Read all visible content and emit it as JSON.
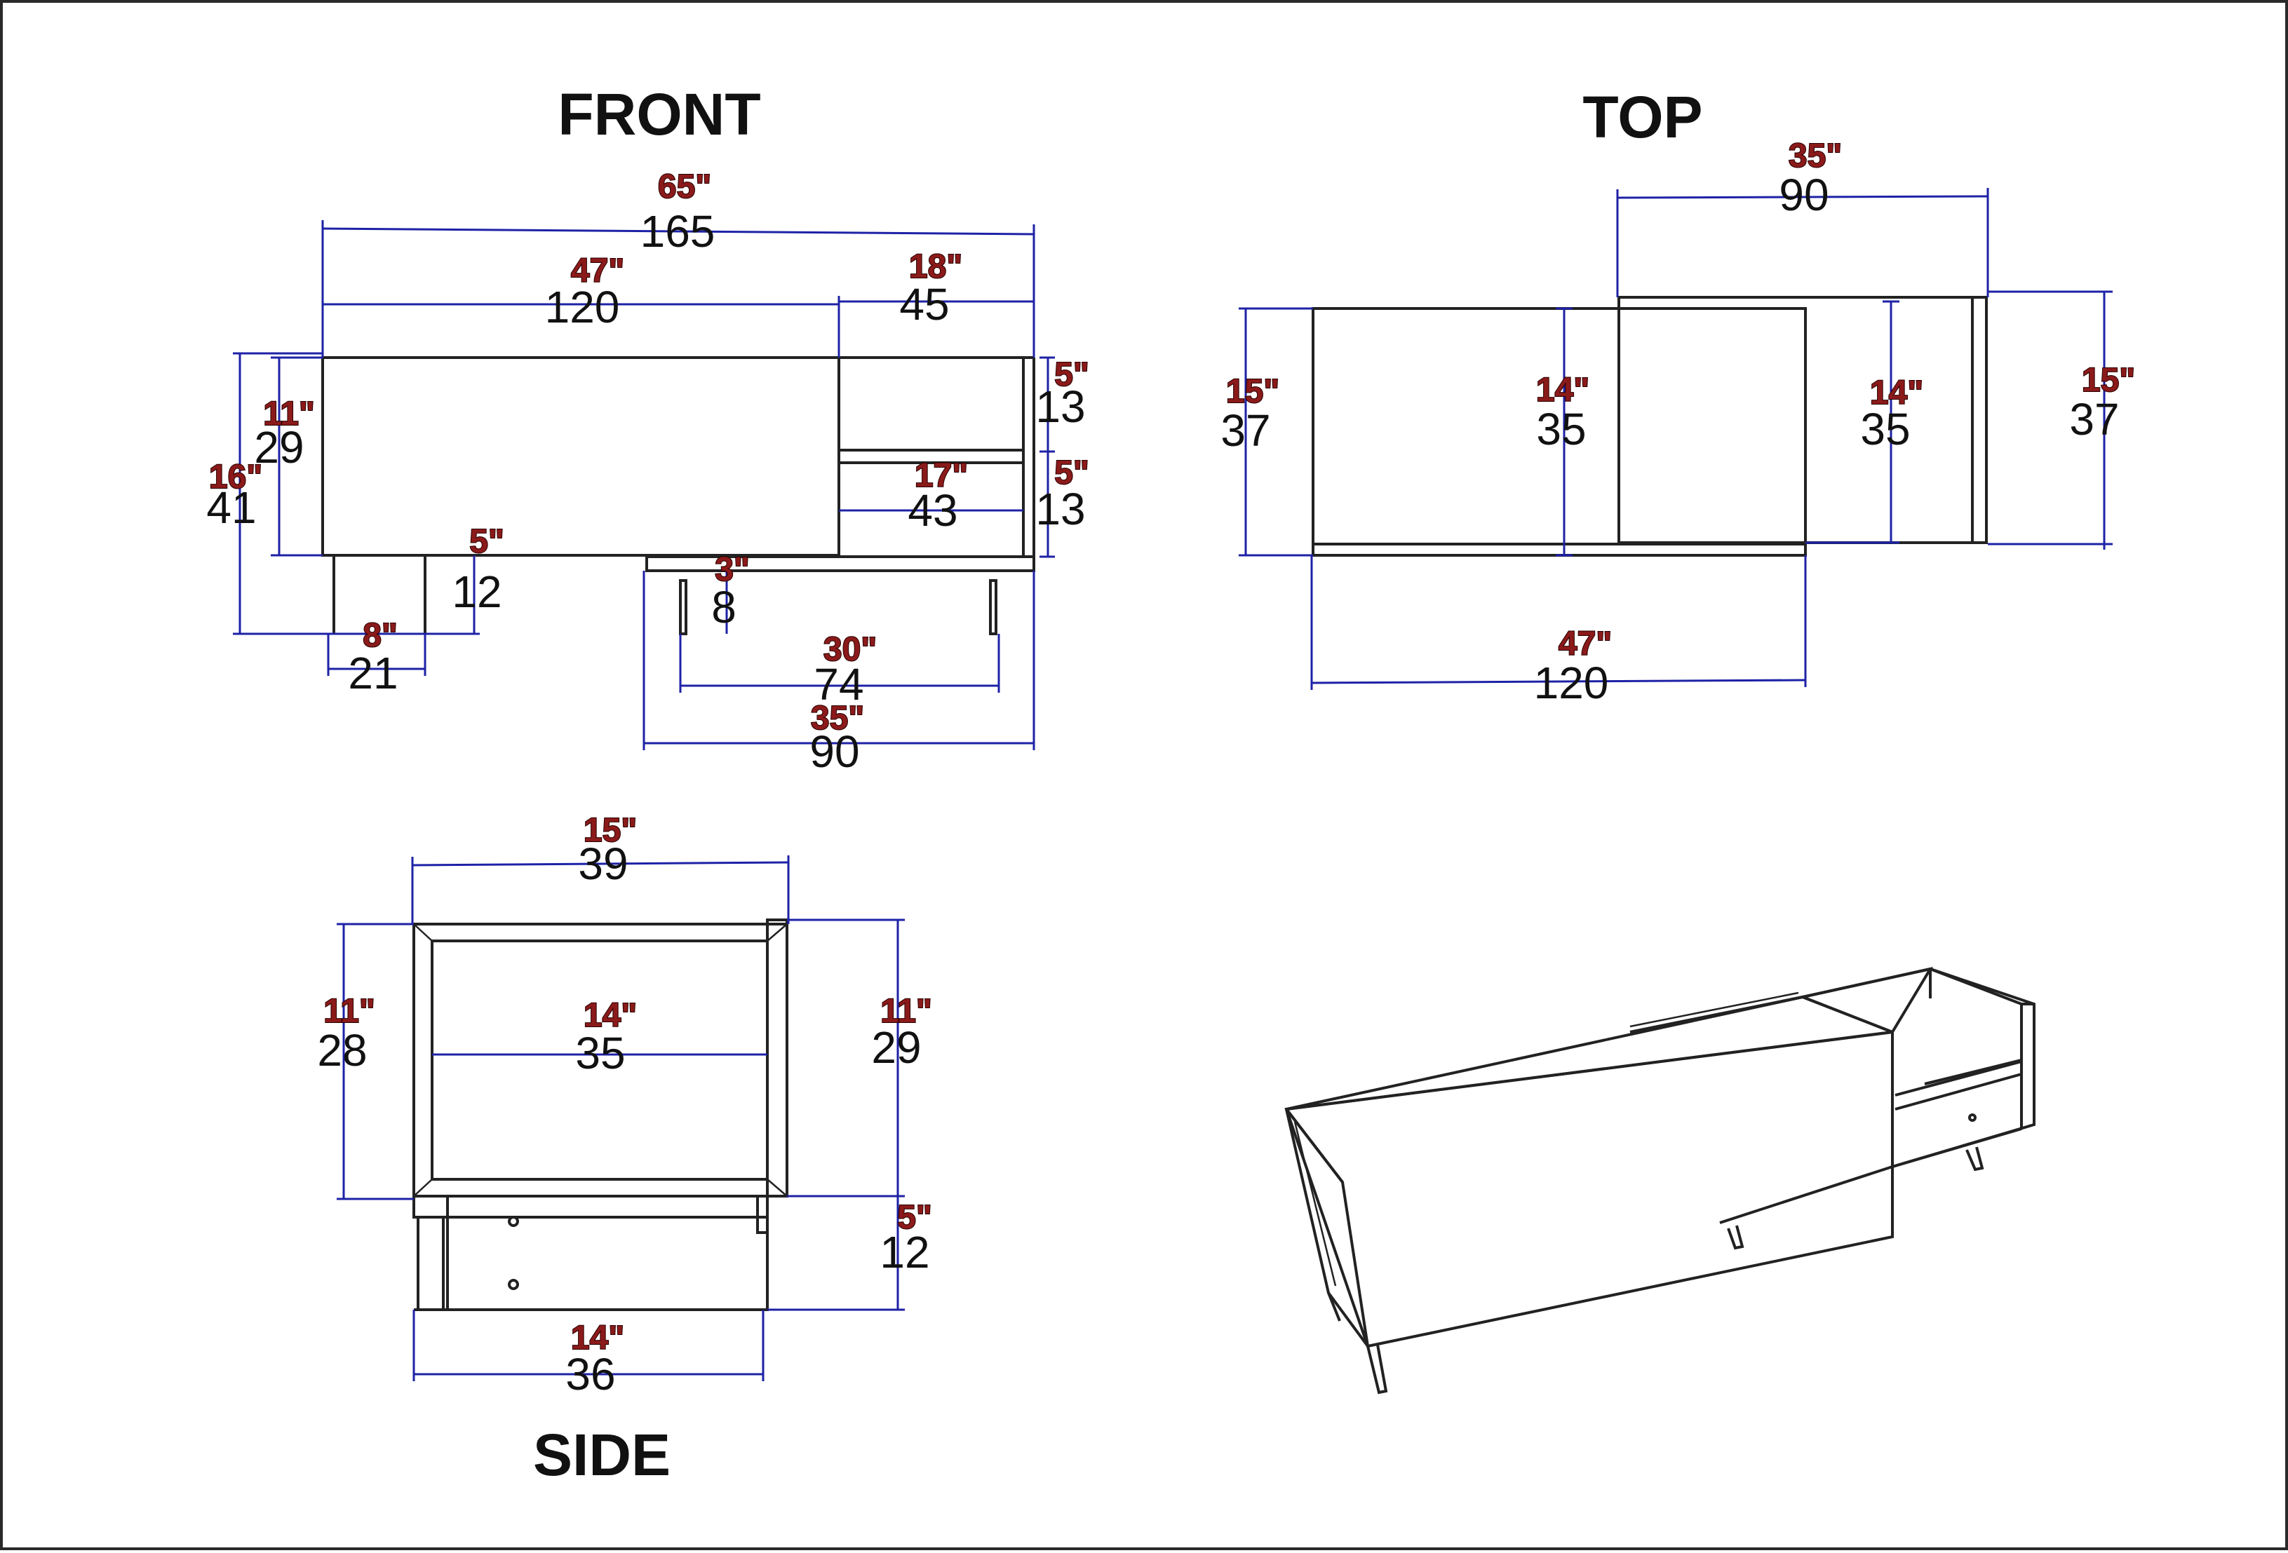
{
  "views": {
    "front": "FRONT",
    "top": "TOP",
    "side": "SIDE"
  },
  "front": {
    "overall_width": {
      "cm": "165",
      "in": "65\""
    },
    "left_body_width": {
      "cm": "120",
      "in": "47\""
    },
    "right_unit_width": {
      "cm": "45",
      "in": "18\""
    },
    "left_body_height": {
      "cm": "29",
      "in": "11\""
    },
    "total_height": {
      "cm": "41",
      "in": "16\""
    },
    "left_leg_height": {
      "cm": "12",
      "in": "5\""
    },
    "right_upper_shelf": {
      "cm": "13",
      "in": "5\""
    },
    "right_lower_shelf": {
      "cm": "13",
      "in": "5\""
    },
    "inner_shelf_width": {
      "cm": "43",
      "in": "17\""
    },
    "right_leg_height": {
      "cm": "8",
      "in": "3\""
    },
    "left_leg_spacing": {
      "cm": "21",
      "in": "8\""
    },
    "right_leg_spacing": {
      "cm": "74",
      "in": "30\""
    },
    "right_base_width": {
      "cm": "90",
      "in": "35\""
    }
  },
  "top": {
    "sliding_top_width": {
      "cm": "90",
      "in": "35\""
    },
    "left_depth": {
      "cm": "37",
      "in": "15\""
    },
    "mid_depth": {
      "cm": "35",
      "in": "14\""
    },
    "right_inner_depth": {
      "cm": "35",
      "in": "14\""
    },
    "right_depth": {
      "cm": "37",
      "in": "15\""
    },
    "bottom_width": {
      "cm": "120",
      "in": "47\""
    }
  },
  "side": {
    "top_width": {
      "cm": "39",
      "in": "15\""
    },
    "left_height": {
      "cm": "28",
      "in": "11\""
    },
    "inner_width": {
      "cm": "35",
      "in": "14\""
    },
    "right_height": {
      "cm": "29",
      "in": "11\""
    },
    "leg_height": {
      "cm": "12",
      "in": "5\""
    },
    "base_width": {
      "cm": "36",
      "in": "14\""
    }
  }
}
